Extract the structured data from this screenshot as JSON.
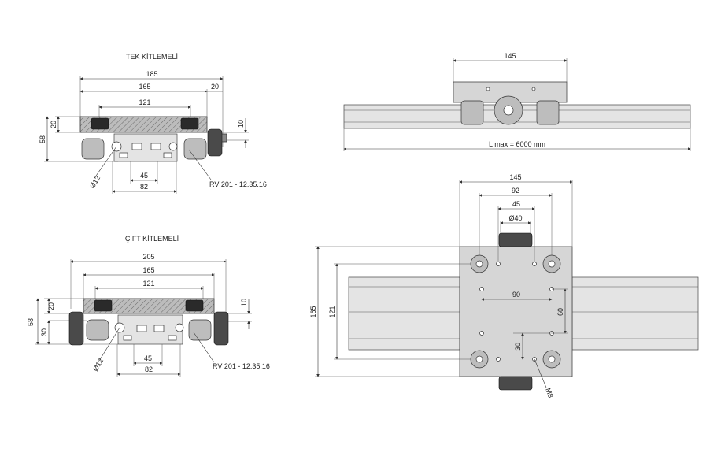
{
  "views": {
    "tek": {
      "title": "TEK KİTLEMELİ",
      "d_185": "185",
      "d_165": "165",
      "d_20": "20",
      "d_121": "121",
      "d_20v": "20",
      "d_58": "58",
      "d_10": "10",
      "d_45": "45",
      "d_82": "82",
      "d_phi12": "Ø12",
      "d_rv": "RV 201 - 12.35.16"
    },
    "cift": {
      "title": "ÇİFT KİTLEMELİ",
      "d_205": "205",
      "d_165": "165",
      "d_121": "121",
      "d_20v": "20",
      "d_58": "58",
      "d_30": "30",
      "d_10": "10",
      "d_45": "45",
      "d_82": "82",
      "d_phi12": "Ø12",
      "d_rv": "RV 201 - 12.35.16"
    },
    "side": {
      "d_145": "145",
      "d_lmax": "L max = 6000 mm"
    },
    "top": {
      "d_145": "145",
      "d_92": "92",
      "d_45": "45",
      "d_phi40": "Ø40",
      "d_165": "165",
      "d_121": "121",
      "d_90": "90",
      "d_60": "60",
      "d_30": "30",
      "d_m8": "M8"
    }
  }
}
